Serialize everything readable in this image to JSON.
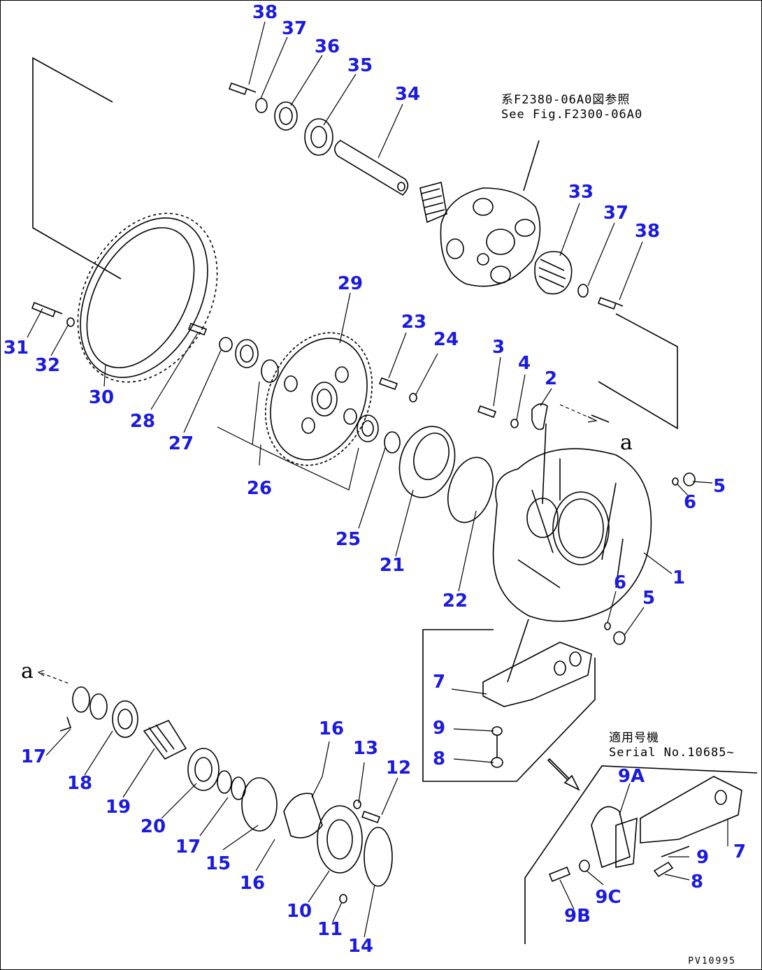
{
  "figure": {
    "drawing_number": "PV10995",
    "reference_note": {
      "line1": "系F2380-06A0図参照",
      "line2": "See Fig.F2300-06A0"
    },
    "serial_note": {
      "line1": "適用号機",
      "line2": "Serial No.10685~"
    },
    "view_marker_top": "a",
    "view_marker_left": "a",
    "colors": {
      "label": "#1a1ae0",
      "line": "#000000"
    }
  },
  "parts": [
    {
      "id": "p38a",
      "label": "38"
    },
    {
      "id": "p37a",
      "label": "37"
    },
    {
      "id": "p36",
      "label": "36"
    },
    {
      "id": "p35",
      "label": "35"
    },
    {
      "id": "p34",
      "label": "34"
    },
    {
      "id": "p33",
      "label": "33"
    },
    {
      "id": "p37b",
      "label": "37"
    },
    {
      "id": "p38b",
      "label": "38"
    },
    {
      "id": "p29",
      "label": "29"
    },
    {
      "id": "p31",
      "label": "31"
    },
    {
      "id": "p32",
      "label": "32"
    },
    {
      "id": "p30",
      "label": "30"
    },
    {
      "id": "p28",
      "label": "28"
    },
    {
      "id": "p27",
      "label": "27"
    },
    {
      "id": "p26",
      "label": "26"
    },
    {
      "id": "p23",
      "label": "23"
    },
    {
      "id": "p24",
      "label": "24"
    },
    {
      "id": "p3",
      "label": "3"
    },
    {
      "id": "p4",
      "label": "4"
    },
    {
      "id": "p2",
      "label": "2"
    },
    {
      "id": "p5a",
      "label": "5"
    },
    {
      "id": "p6a",
      "label": "6"
    },
    {
      "id": "p1",
      "label": "1"
    },
    {
      "id": "p25",
      "label": "25"
    },
    {
      "id": "p21",
      "label": "21"
    },
    {
      "id": "p22",
      "label": "22"
    },
    {
      "id": "p6b",
      "label": "6"
    },
    {
      "id": "p5b",
      "label": "5"
    },
    {
      "id": "p7a",
      "label": "7"
    },
    {
      "id": "p9a",
      "label": "9"
    },
    {
      "id": "p8a",
      "label": "8"
    },
    {
      "id": "p17a",
      "label": "17"
    },
    {
      "id": "p18",
      "label": "18"
    },
    {
      "id": "p19",
      "label": "19"
    },
    {
      "id": "p20",
      "label": "20"
    },
    {
      "id": "p17b",
      "label": "17"
    },
    {
      "id": "p16a",
      "label": "16"
    },
    {
      "id": "p13",
      "label": "13"
    },
    {
      "id": "p12",
      "label": "12"
    },
    {
      "id": "p15",
      "label": "15"
    },
    {
      "id": "p16b",
      "label": "16"
    },
    {
      "id": "p10",
      "label": "10"
    },
    {
      "id": "p11",
      "label": "11"
    },
    {
      "id": "p14",
      "label": "14"
    },
    {
      "id": "p9A",
      "label": "9A"
    },
    {
      "id": "p7b",
      "label": "7"
    },
    {
      "id": "p9b",
      "label": "9"
    },
    {
      "id": "p8b",
      "label": "8"
    },
    {
      "id": "p9C",
      "label": "9C"
    },
    {
      "id": "p9B",
      "label": "9B"
    }
  ]
}
